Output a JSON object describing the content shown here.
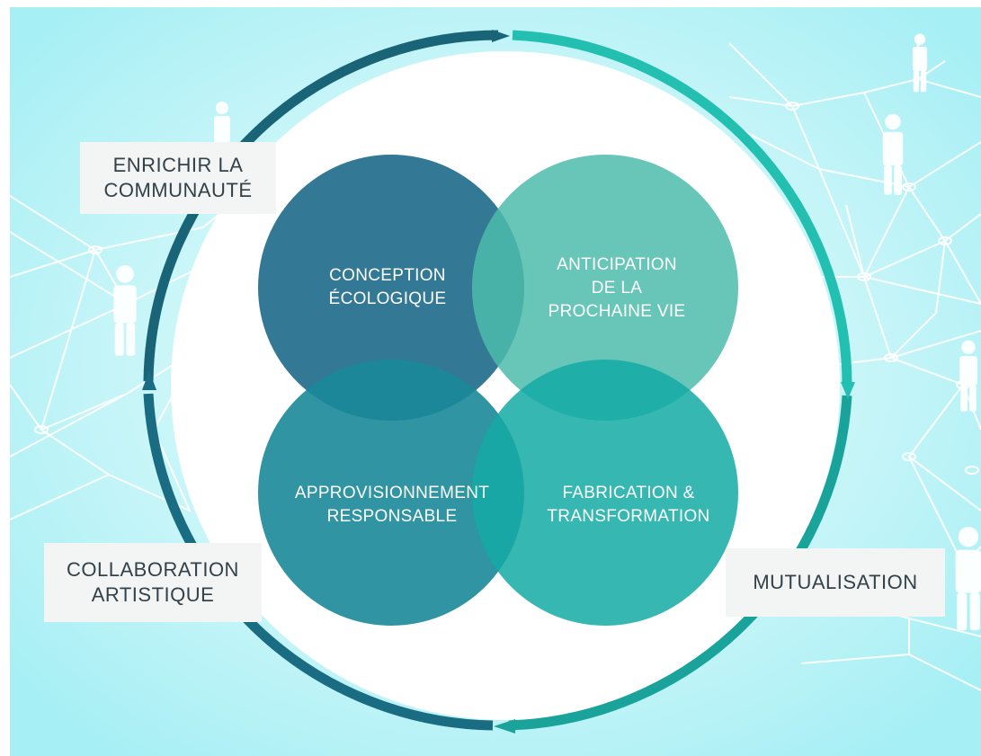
{
  "colors": {
    "background_light": "#c8f6fa",
    "background_cyan": "#a8f0f6",
    "network": "#ffffff",
    "ring_dark": "#1a6478",
    "ring_teal": "#1fb5a8",
    "circle_top_left": "#2a6f8d",
    "circle_top_right": "#5bc2b2",
    "circle_bottom_left": "#1f8c9a",
    "circle_bottom_right": "#1fb0aa",
    "label_bg": "#f3f5f5",
    "label_text": "#334148"
  },
  "cycle_labels": {
    "top_left": [
      "ENRICHIR LA",
      "COMMUNAUTÉ"
    ],
    "bottom_left": [
      "COLLABORATION",
      "ARTISTIQUE"
    ],
    "right": [
      "MUTUALISATION"
    ]
  },
  "circles": {
    "top_left": [
      "CONCEPTION",
      "ÉCOLOGIQUE"
    ],
    "top_right": [
      "ANTICIPATION",
      "DE LA",
      "PROCHAINE VIE"
    ],
    "bottom_left": [
      "APPROVISIONNEMENT",
      "RESPONSABLE"
    ],
    "bottom_right": [
      "FABRICATION &",
      "TRANSFORMATION"
    ]
  }
}
